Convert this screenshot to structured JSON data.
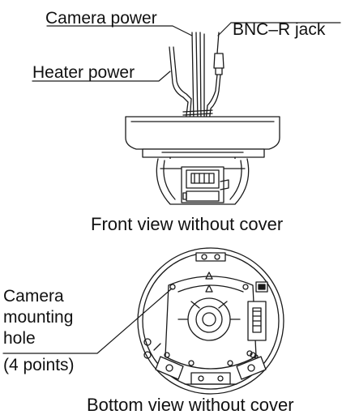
{
  "labels": {
    "camera_power": "Camera power",
    "bnc_jack": "BNC–R jack",
    "heater_power": "Heater power",
    "front_caption": "Front view without cover",
    "mounting_line1": "Camera",
    "mounting_line2": "mounting",
    "mounting_line3": "hole",
    "mounting_line4": "(4 points)",
    "bottom_caption": "Bottom view without cover"
  },
  "colors": {
    "line": "#1a1a1a",
    "fill": "#ffffff"
  }
}
